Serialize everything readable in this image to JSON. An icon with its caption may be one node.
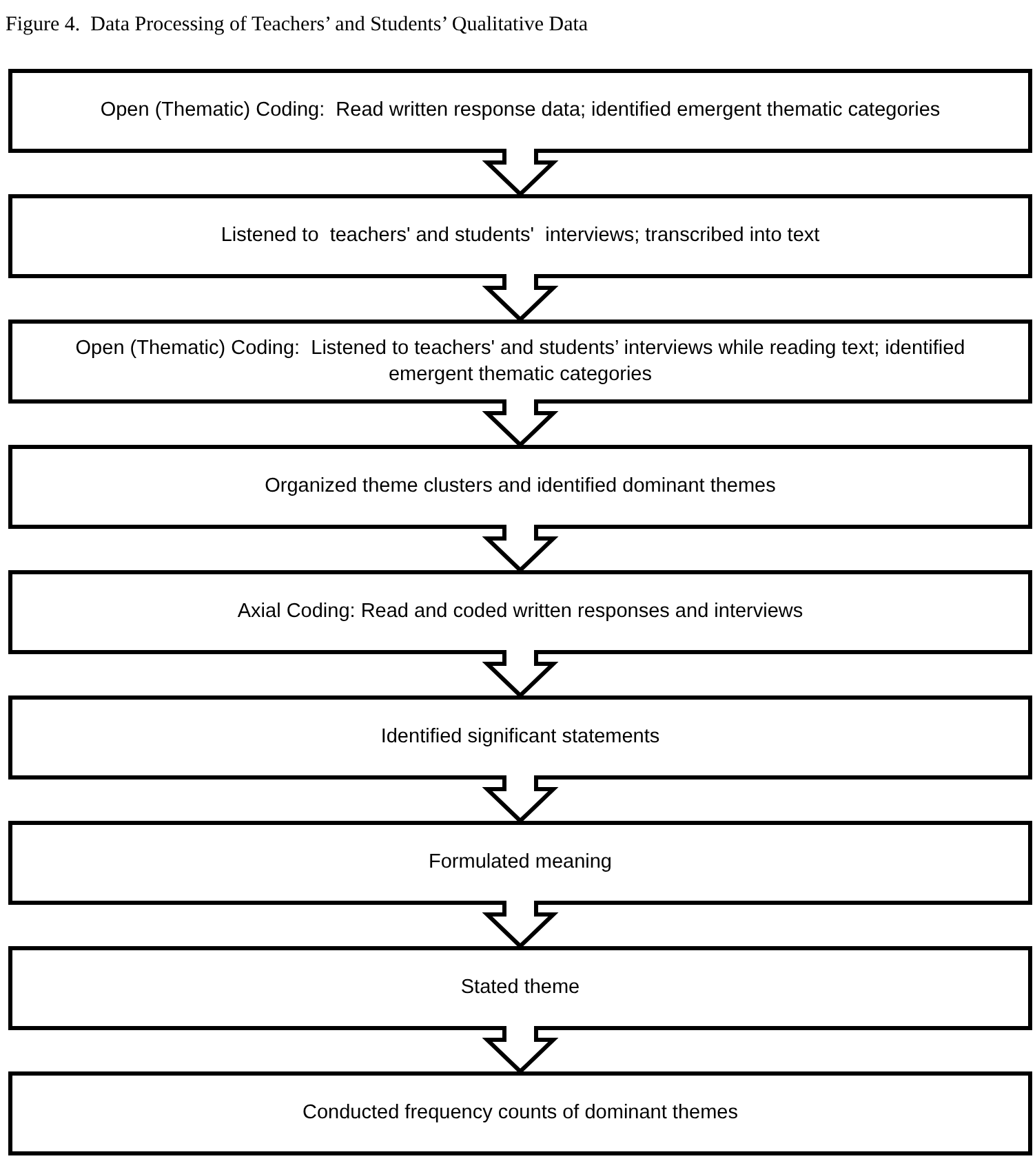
{
  "diagram": {
    "title": "Figure 4.  Data Processing of Teachers’ and Students’ Qualitative Data",
    "nodes": [
      {
        "text": [
          "Open (Thematic) Coding:  Read written response data; identified emergent thematic categories"
        ]
      },
      {
        "text": [
          "Listened to  teachers' and students'  interviews; transcribed into text"
        ]
      },
      {
        "text": [
          "Open (Thematic) Coding:  Listened to teachers' and students’ interviews while reading text; identified emergent thematic categories"
        ]
      },
      {
        "text": [
          "Organized theme clusters and identified dominant themes"
        ]
      },
      {
        "text": [
          "Axial Coding: Read and coded written responses and interviews"
        ]
      },
      {
        "text": [
          "Identified significant statements"
        ]
      },
      {
        "text": [
          "Formulated meaning"
        ]
      },
      {
        "text": [
          "Stated theme"
        ]
      },
      {
        "text": [
          "Conducted frequency counts of dominant themes"
        ]
      }
    ],
    "edges": [
      {
        "from": 0,
        "to": 1,
        "arrow": "to"
      },
      {
        "from": 1,
        "to": 2,
        "arrow": "to"
      },
      {
        "from": 2,
        "to": 3,
        "arrow": "to"
      },
      {
        "from": 3,
        "to": 4,
        "arrow": "to"
      },
      {
        "from": 4,
        "to": 5,
        "arrow": "to"
      },
      {
        "from": 5,
        "to": 6,
        "arrow": "to"
      },
      {
        "from": 6,
        "to": 7,
        "arrow": "to"
      },
      {
        "from": 7,
        "to": 8,
        "arrow": "to"
      }
    ]
  }
}
